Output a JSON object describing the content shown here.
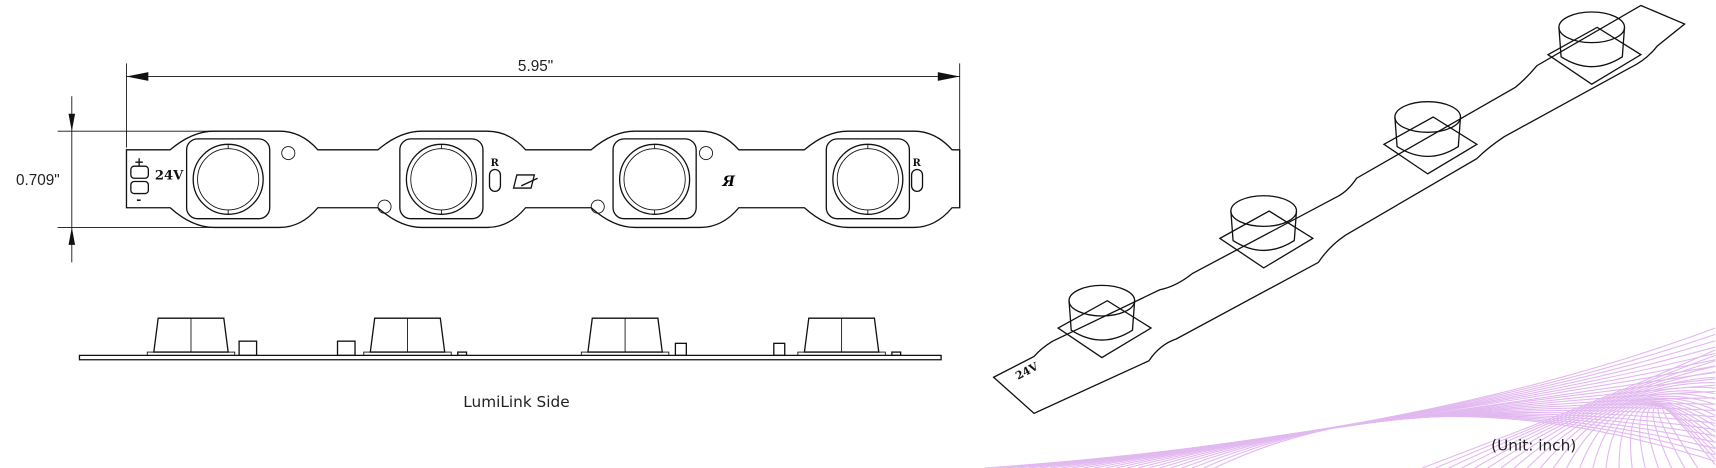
{
  "dimensions": {
    "width_label": "5.95\"",
    "height_label": "0.709\""
  },
  "board_marks": {
    "voltage": "24V",
    "plus": "+",
    "minus": "-",
    "resistor": "R"
  },
  "side_view_label": "LumiLink Side",
  "unit_note": "(Unit: inch)",
  "colors": {
    "line": "#111111",
    "wave": "#e2b8f0"
  }
}
